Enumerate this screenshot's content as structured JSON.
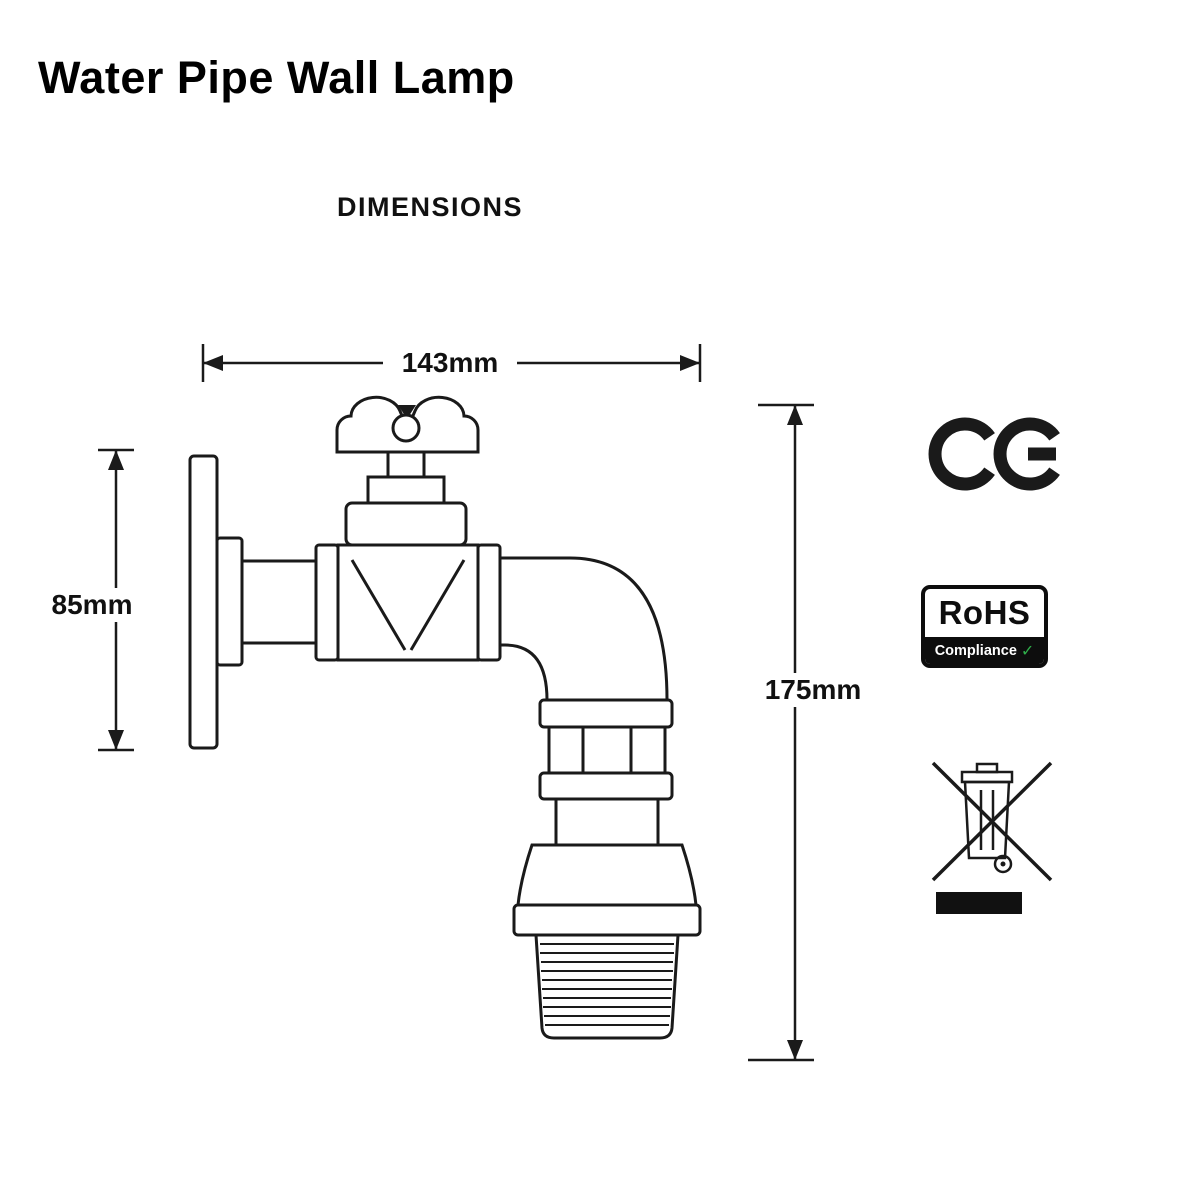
{
  "page": {
    "title": "Water Pipe Wall Lamp",
    "section_heading": "DIMENSIONS"
  },
  "dimensions": {
    "width": "143mm",
    "flange_height": "85mm",
    "total_height": "175mm"
  },
  "certifications": {
    "ce_label": "CE",
    "rohs": {
      "title": "RoHS",
      "subtitle": "Compliance",
      "check": "✓",
      "check_color": "#2fae4a"
    },
    "weee_icon": "weee-crossed-out-wheeled-bin"
  },
  "colors": {
    "ink": "#1a1a1a",
    "background": "#ffffff",
    "accent_green": "#2fae4a"
  }
}
